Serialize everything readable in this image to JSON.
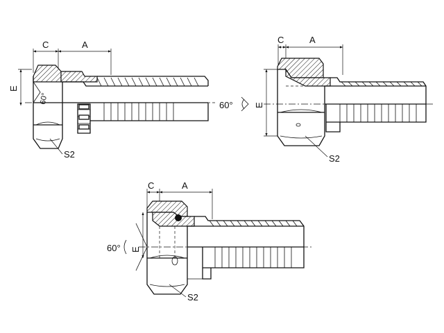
{
  "figures": [
    {
      "id": "fitting-1",
      "labels": {
        "c": "C",
        "a": "A",
        "e": "E",
        "angle": "60°",
        "hex": "S2"
      }
    },
    {
      "id": "fitting-2",
      "labels": {
        "c": "C",
        "a": "A",
        "e": "E",
        "angle": "60°",
        "hex": "S2"
      }
    },
    {
      "id": "fitting-3",
      "labels": {
        "c": "C",
        "a": "A",
        "e": "E",
        "angle": "60°",
        "hex": "S2"
      }
    }
  ],
  "colors": {
    "line": "#111111",
    "background": "#ffffff"
  }
}
